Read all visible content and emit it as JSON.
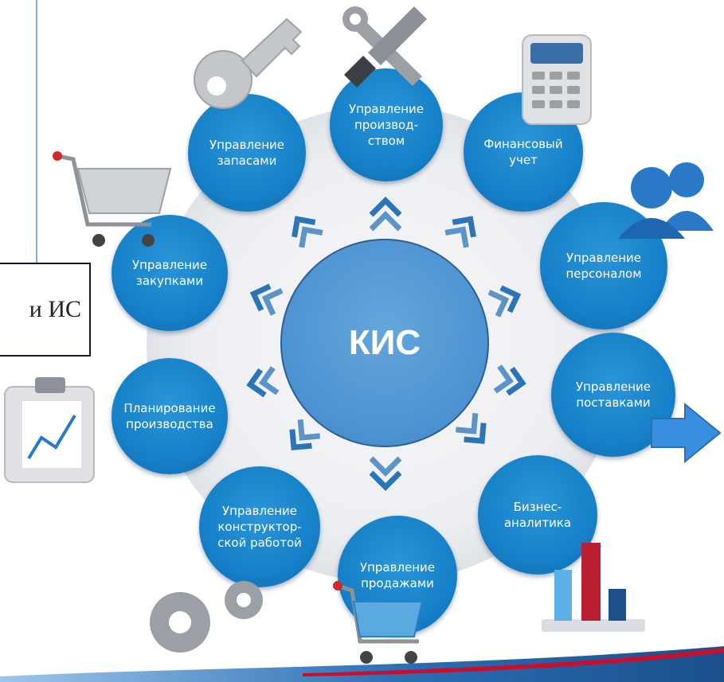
{
  "center": {
    "label": "КИС"
  },
  "left_box": {
    "label": "и ИС"
  },
  "nodes": [
    {
      "id": "production",
      "label": "Управление\nпроизвод-\nством"
    },
    {
      "id": "finance",
      "label": "Финансовый\nучет"
    },
    {
      "id": "personnel",
      "label": "Управление\nперсоналом"
    },
    {
      "id": "supply",
      "label": "Управление\nпоставками"
    },
    {
      "id": "bi",
      "label": "Бизнес-\nаналитика"
    },
    {
      "id": "sales",
      "label": "Управление\nпродажами"
    },
    {
      "id": "design",
      "label": "Управление\nконструктор-\nской работой"
    },
    {
      "id": "planning",
      "label": "Планирование\nпроизводства"
    },
    {
      "id": "purchasing",
      "label": "Управление\nзакупками"
    },
    {
      "id": "inventory",
      "label": "Управление\nзапасами"
    }
  ],
  "colors": {
    "node": "#1680c8",
    "center": "#4c92d0",
    "ring": "#e6e9ed",
    "chevron": "#2b74b8",
    "connector": "#5b8fd6"
  },
  "icons": [
    "wrench-screwdriver-icon",
    "calculator-icon",
    "people-icon",
    "arrow-right-icon",
    "bar-chart-icon",
    "shopping-cart-icon",
    "gears-icon",
    "clipboard-chart-icon",
    "shopping-cart-icon",
    "key-icon"
  ]
}
